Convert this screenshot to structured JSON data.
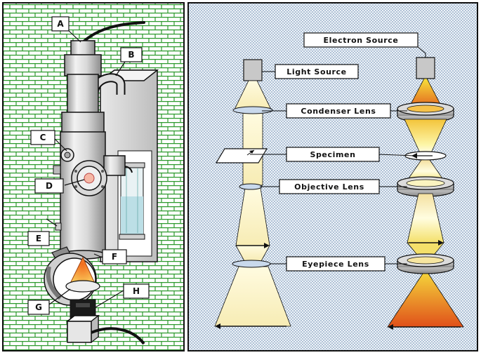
{
  "left_panel": {
    "callouts": [
      {
        "id": "a",
        "text": "A"
      },
      {
        "id": "b",
        "text": "B"
      },
      {
        "id": "c",
        "text": "C"
      },
      {
        "id": "d",
        "text": "D"
      },
      {
        "id": "e",
        "text": "E"
      },
      {
        "id": "f",
        "text": "F"
      },
      {
        "id": "g",
        "text": "G"
      },
      {
        "id": "h",
        "text": "H"
      }
    ]
  },
  "right_panel": {
    "labels": {
      "electron_source": "Electron Source",
      "light_source": "Light Source",
      "condenser_lens": "Condenser Lens",
      "specimen": "Specimen",
      "objective_lens": "Objective Lens",
      "eyepiece_lens": "Eyepiece Lens"
    }
  },
  "colors": {
    "brick_green": "#2e9a2e",
    "brick_bg": "#ffffff",
    "dot_blue": "#5a7fa8",
    "dot_bg": "#eef3f8",
    "light_beam": "#fdf6cf",
    "lens_fill": "#c9d9ec",
    "electron_hot": "#e0501a",
    "electron_glow": "#f7e23a"
  }
}
